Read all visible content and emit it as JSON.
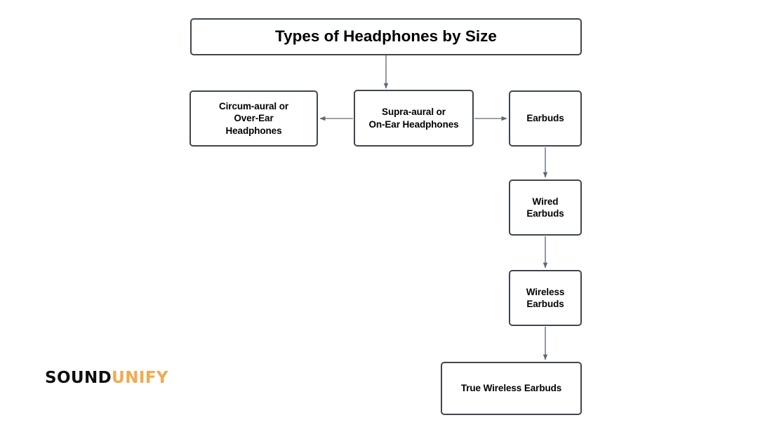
{
  "diagram": {
    "title": "Types of Headphones by Size",
    "nodes": {
      "title": "Types of Headphones by Size",
      "over_ear": "Circum-aural or\nOver-Ear\nHeadphones",
      "on_ear": "Supra-aural or\nOn-Ear Headphones",
      "earbuds": "Earbuds",
      "wired_earbuds": "Wired\nEarbuds",
      "wireless_earbuds": "Wireless\nEarbuds",
      "true_wireless_earbuds": "True Wireless Earbuds"
    },
    "colors": {
      "background": "#ffffff",
      "node_border": "#3f4650",
      "node_fill": "#ffffff",
      "node_text": "#010101",
      "connector": "#7a8290"
    },
    "connectors": [
      {
        "from": "title",
        "to": "on_ear",
        "direction": "down"
      },
      {
        "from": "on_ear",
        "to": "over_ear",
        "direction": "left"
      },
      {
        "from": "on_ear",
        "to": "earbuds",
        "direction": "right"
      },
      {
        "from": "earbuds",
        "to": "wired_earbuds",
        "direction": "down"
      },
      {
        "from": "wired_earbuds",
        "to": "wireless_earbuds",
        "direction": "down"
      },
      {
        "from": "wireless_earbuds",
        "to": "true_wireless_earbuds",
        "direction": "down"
      }
    ]
  },
  "branding": {
    "logo_primary": "SOUND",
    "logo_accent": "UNIFY",
    "accent_color": "#f5a94e"
  }
}
